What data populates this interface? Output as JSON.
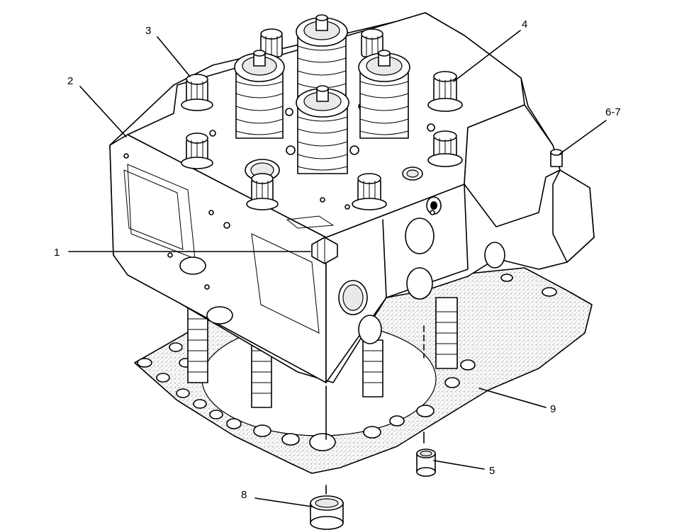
{
  "callouts": [
    {
      "id": "1",
      "label": "1"
    },
    {
      "id": "2",
      "label": "2"
    },
    {
      "id": "3",
      "label": "3"
    },
    {
      "id": "4",
      "label": "4"
    },
    {
      "id": "5",
      "label": "5"
    },
    {
      "id": "6-7",
      "label": "6-7"
    },
    {
      "id": "8",
      "label": "8"
    },
    {
      "id": "9",
      "label": "9"
    }
  ],
  "colors": {
    "line": "#000000",
    "background": "#ffffff",
    "gasket_stipple": "#555555"
  }
}
